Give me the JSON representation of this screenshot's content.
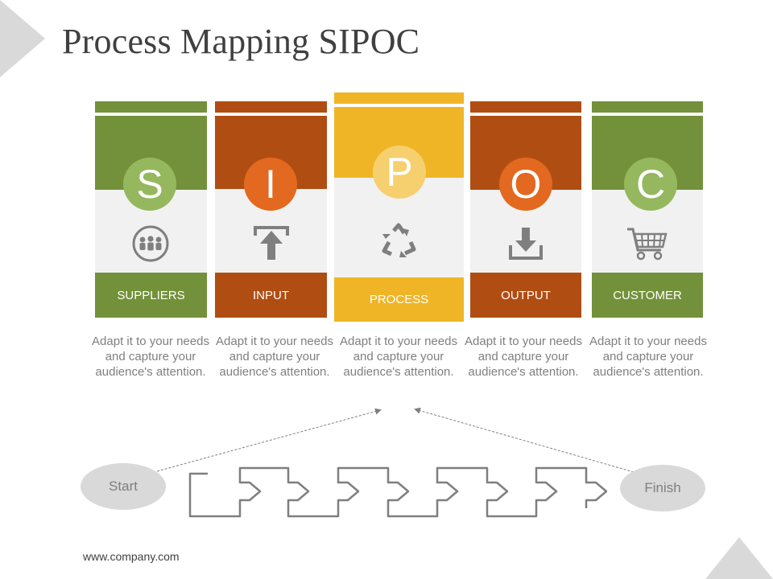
{
  "title": "Process Mapping SIPOC",
  "columns": [
    {
      "letter": "S",
      "label": "SUPPLIERS",
      "icon": "group-icon",
      "description": "Adapt it to your needs and capture your audience's attention.",
      "color": "#73913a",
      "circle_color": "#95b85e"
    },
    {
      "letter": "I",
      "label": "INPUT",
      "icon": "upload-arrow-icon",
      "description": "Adapt it to your needs and capture your audience's attention.",
      "color": "#b04d12",
      "circle_color": "#e2691f"
    },
    {
      "letter": "P",
      "label": "PROCESS",
      "icon": "recycle-icon",
      "description": "Adapt it to your needs and capture your audience's attention.",
      "color": "#efb526",
      "circle_color": "#f6d06e"
    },
    {
      "letter": "O",
      "label": "OUTPUT",
      "icon": "download-icon",
      "description": "Adapt it to your needs and capture your audience's attention.",
      "color": "#b04d12",
      "circle_color": "#e2691f"
    },
    {
      "letter": "C",
      "label": "CUSTOMER",
      "icon": "shopping-cart-icon",
      "description": "Adapt it to your needs and capture your audience's attention.",
      "color": "#73913a",
      "circle_color": "#95b85e"
    }
  ],
  "flow": {
    "start": "Start",
    "finish": "Finish"
  },
  "footer": "www.company.com"
}
